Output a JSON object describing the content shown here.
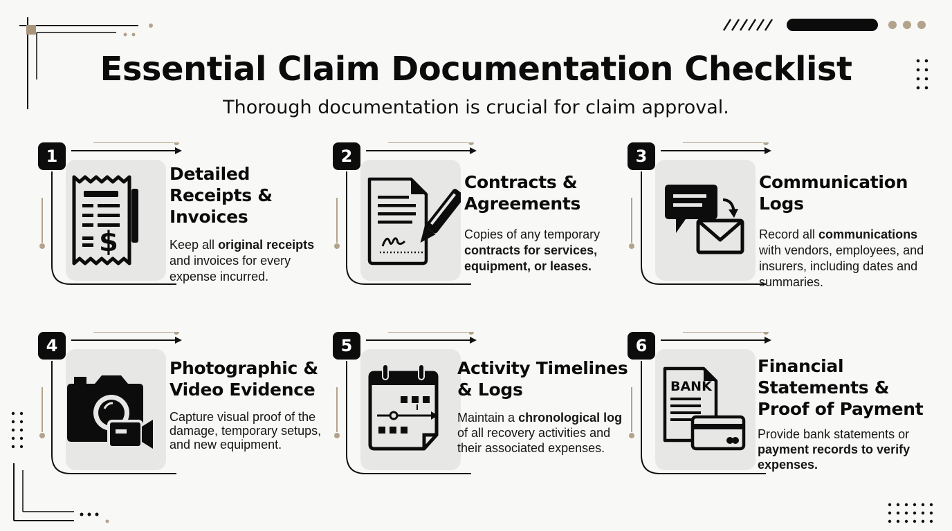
{
  "header": {
    "title": "Essential Claim Documentation Checklist",
    "subtitle": "Thorough documentation is crucial for claim approval."
  },
  "colors": {
    "ink": "#0c0c0c",
    "accent": "#b3a38c",
    "tile": "#e7e7e6",
    "background": "#f8f8f6"
  },
  "items": [
    {
      "number": "1",
      "title": "Detailed Receipts & Invoices",
      "icon": "receipt-icon",
      "desc_parts": [
        {
          "text": "Keep all ",
          "bold": false
        },
        {
          "text": "original receipts",
          "bold": true
        },
        {
          "text": " and invoices for every expense incurred.",
          "bold": false
        }
      ]
    },
    {
      "number": "2",
      "title": "Contracts & Agreements",
      "icon": "contract-signature-icon",
      "desc_parts": [
        {
          "text": "Copies of any temporary ",
          "bold": false
        },
        {
          "text": "contracts for services, equipment, or leases.",
          "bold": true
        }
      ]
    },
    {
      "number": "3",
      "title": "Communication Logs",
      "icon": "chat-envelope-icon",
      "desc_parts": [
        {
          "text": "Record all ",
          "bold": false
        },
        {
          "text": "communications",
          "bold": true
        },
        {
          "text": " with vendors, employees, and insurers, including dates and summaries.",
          "bold": false
        }
      ]
    },
    {
      "number": "4",
      "title": "Photographic & Video Evidence",
      "icon": "camera-video-icon",
      "desc_parts": [
        {
          "text": "Capture visual proof of the damage, temporary setups, and new equipment.",
          "bold": false
        }
      ]
    },
    {
      "number": "5",
      "title": "Activity Timelines & Logs",
      "icon": "calendar-timeline-icon",
      "desc_parts": [
        {
          "text": "Maintain a ",
          "bold": false
        },
        {
          "text": "chronological log",
          "bold": true
        },
        {
          "text": " of all recovery activities and their associated expenses.",
          "bold": false
        }
      ]
    },
    {
      "number": "6",
      "title": "Financial Statements & Proof of Payment",
      "icon": "bank-card-icon",
      "icon_label": "BANK",
      "desc_parts": [
        {
          "text": "Provide bank statements or ",
          "bold": false
        },
        {
          "text": "payment records to verify expenses.",
          "bold": true
        }
      ]
    }
  ]
}
